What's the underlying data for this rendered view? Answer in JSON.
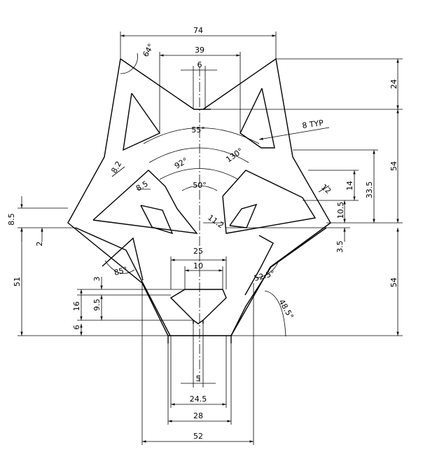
{
  "drawing": {
    "dimensions": {
      "top_width": "74",
      "ear_angle": "64°",
      "inner_ear_width": "39",
      "top_slot": "6",
      "right_24": "24",
      "right_54_upper": "54",
      "angle_55": "55°",
      "typ_note": "8  TYP",
      "angle_130": "130°",
      "angle_92": "92°",
      "angle_50": "50°",
      "dim_8_2": "8.2",
      "dim_8_5_eye": "8.5",
      "dim_12": "12",
      "dim_14": "14",
      "dim_33_5": "33.5",
      "dim_10_5": "10.5",
      "dim_11_2": "11.2",
      "left_8_5": "8.5",
      "left_2": "2",
      "dim_3_5": "3.5",
      "right_54_lower": "54",
      "left_51": "51",
      "dim_25": "25",
      "dim_10": "10",
      "angle_85": "85°",
      "angle_52_5": "52.5°",
      "angle_48_5": "48.5°",
      "left_3": "3",
      "left_16": "16",
      "left_9_5": "9.5",
      "left_6": "6",
      "dim_5": "5",
      "dim_24_5": "24.5",
      "dim_28": "28",
      "dim_52": "52"
    }
  }
}
